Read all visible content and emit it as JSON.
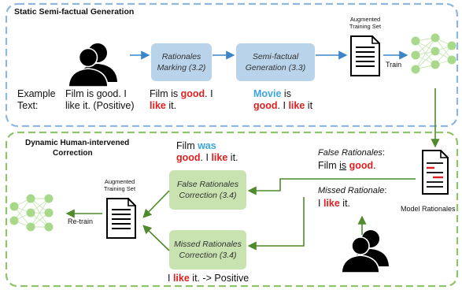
{
  "static_section": {
    "title": "Static Semi-factual Generation",
    "example_label_1": "Example",
    "example_label_2": "Text:",
    "example_text_1": "Film is good. I",
    "example_text_2": "like it. (Positive)",
    "rationale_box_1": "Rationales",
    "rationale_box_2": "Marking (3.2)",
    "marked_1_pre": "Film is ",
    "marked_1_red": "good",
    "marked_1_post": ". I",
    "marked_2_red": "like",
    "marked_2_post": " it.",
    "semifactual_box_1": "Semi-factual",
    "semifactual_box_2": "Generation (3.3)",
    "generated_1_blue": "Movie",
    "generated_1_post": " is",
    "generated_2_red1": "good",
    "generated_2_mid": ". I ",
    "generated_2_red2": "like",
    "generated_2_post": " it",
    "augmented_label_1": "Augmented",
    "augmented_label_2": "Training Set",
    "train_label": "Train"
  },
  "dynamic_section": {
    "title_1": "Dynamic Human-intervened",
    "title_2": "Correction",
    "film_was_1_pre": "Film ",
    "film_was_1_blue": "was",
    "film_was_2_red1": "good",
    "film_was_2_mid": ". I ",
    "film_was_2_red2": "like",
    "film_was_2_post": " it.",
    "augmented_label_1": "Augmented",
    "augmented_label_2": "Training Set",
    "false_box_1": "False Rationales",
    "false_box_2": "Correction (3.4)",
    "missed_box_1": "Missed Rationales",
    "missed_box_2": "Correction (3.4)",
    "retrain_label": "Re-train",
    "false_rationales_label": "False Rationales",
    "false_rationales_colon": ":",
    "false_ex_pre": "Film ",
    "false_ex_u": "is",
    "false_ex_sp": " ",
    "false_ex_red": "good",
    "false_ex_post": ".",
    "missed_rationale_label": "Missed Rationale",
    "missed_rationale_colon": ":",
    "missed_ex_pre": "I ",
    "missed_ex_red": "like",
    "missed_ex_post": " it.",
    "model_rationales_label": "Model Rationales",
    "bottom_pre": "I ",
    "bottom_red": "like",
    "bottom_post": " it. -> Positive"
  },
  "colors": {
    "static_border": "#8fb8e0",
    "dynamic_border": "#8fc46a",
    "blue_box": "#b9d3ea",
    "green_box": "#c8e2b0",
    "arrow_blue": "#3a86c8",
    "arrow_green": "#4f8a2c",
    "highlight_red": "#e02020",
    "highlight_blue": "#3aa6df",
    "node_green": "#a8d88a"
  }
}
